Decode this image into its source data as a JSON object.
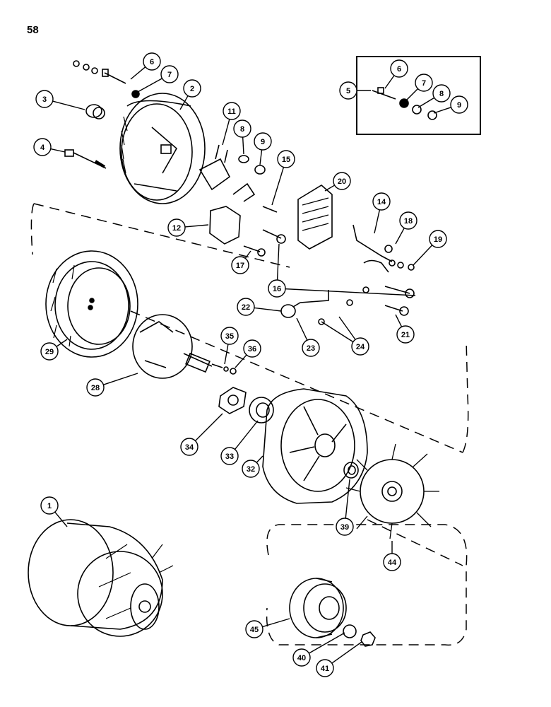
{
  "page_number": "58",
  "callouts": [
    "1",
    "2",
    "3",
    "4",
    "5",
    "6",
    "7",
    "8",
    "9",
    "11",
    "12",
    "14",
    "15",
    "16",
    "17",
    "18",
    "19",
    "20",
    "21",
    "22",
    "23",
    "24",
    "28",
    "29",
    "32",
    "33",
    "34",
    "35",
    "36",
    "39",
    "40",
    "41",
    "44",
    "45"
  ]
}
